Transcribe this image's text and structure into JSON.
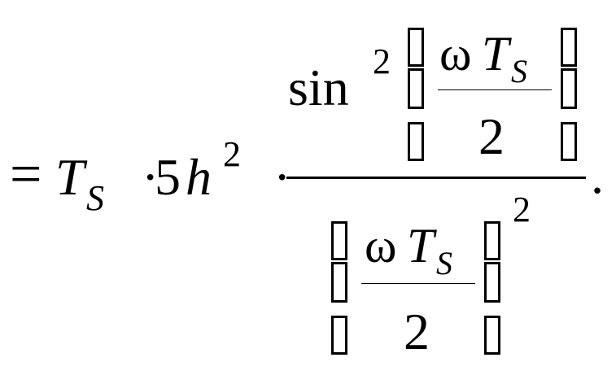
{
  "formula": {
    "equals": "=",
    "lead_T": "T",
    "lead_sub": "S",
    "dot1": "·",
    "five": "5",
    "h": "h",
    "h_sup": "2",
    "dot2": "·",
    "numerator": {
      "sin": "sin",
      "sin_sup": "2",
      "frac": {
        "omega": "ω",
        "T": "T",
        "sub": "S",
        "den": "2"
      }
    },
    "denominator": {
      "frac": {
        "omega": "ω",
        "T": "T",
        "sub": "S",
        "den": "2"
      },
      "sup": "2"
    },
    "period": "."
  }
}
